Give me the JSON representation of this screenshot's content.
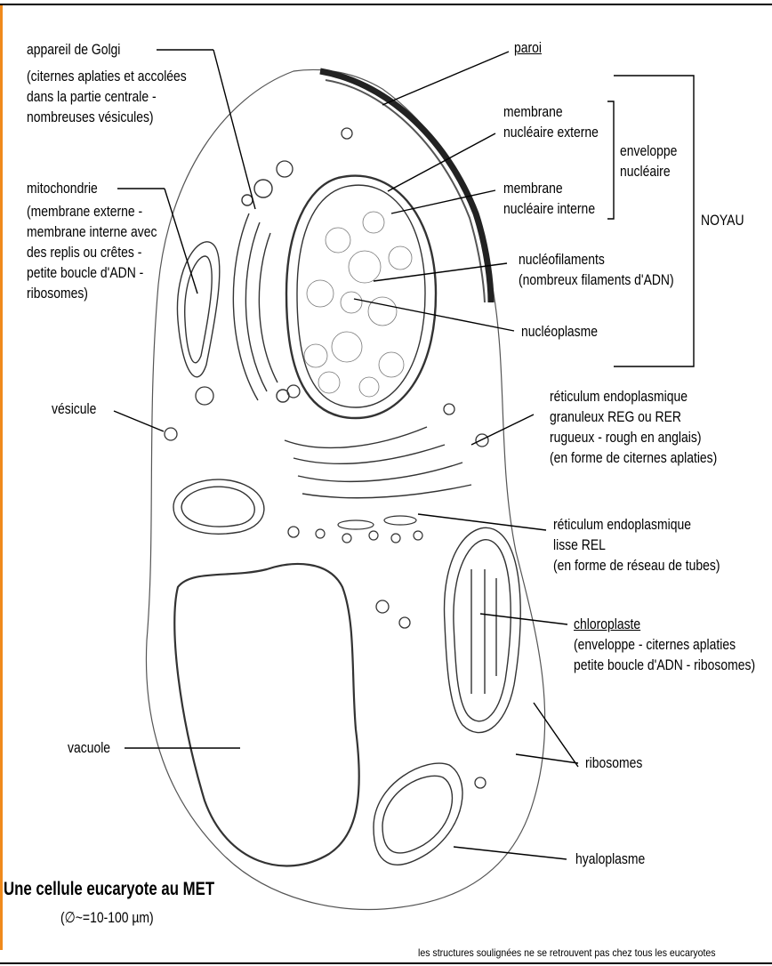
{
  "labels": {
    "golgi": "appareil de Golgi",
    "golgi_detail_1": "(citernes aplaties et accolées",
    "golgi_detail_2": "dans la partie centrale -",
    "golgi_detail_3": "nombreuses vésicules)",
    "mitochondrie": "mitochondrie",
    "mito_detail_1": "(membrane externe -",
    "mito_detail_2": "membrane interne avec",
    "mito_detail_3": "des replis ou crêtes -",
    "mito_detail_4": "petite boucle d'ADN -",
    "mito_detail_5": "ribosomes)",
    "vesicule": "vésicule",
    "vacuole": "vacuole",
    "paroi": "paroi",
    "membrane_externe_1": "membrane",
    "membrane_externe_2": "nucléaire externe",
    "membrane_interne_1": "membrane",
    "membrane_interne_2": "nucléaire interne",
    "enveloppe_1": "enveloppe",
    "enveloppe_2": "nucléaire",
    "noyau": "NOYAU",
    "nucleofilaments": "nucléofilaments",
    "nucleofilaments_detail": "(nombreux filaments d'ADN)",
    "nucleoplasme": "nucléoplasme",
    "reg_1": "réticulum endoplasmique",
    "reg_2": "granuleux REG ou RER",
    "reg_3": "rugueux - rough en anglais)",
    "reg_4": "(en forme de citernes aplaties)",
    "rel_1": "réticulum endoplasmique",
    "rel_2": "lisse REL",
    "rel_3": "(en forme de réseau de tubes)",
    "chloroplaste": "chloroplaste",
    "chloro_detail_1": "(enveloppe - citernes aplaties",
    "chloro_detail_2": "petite boucle d'ADN - ribosomes)",
    "ribosomes": "ribosomes",
    "hyaloplasme": "hyaloplasme"
  },
  "caption": {
    "title": "Une cellule eucaryote au MET",
    "size": "(∅~=10-100 µm)"
  },
  "footnote": "les structures soulignées ne se retrouvent pas chez tous les eucaryotes"
}
